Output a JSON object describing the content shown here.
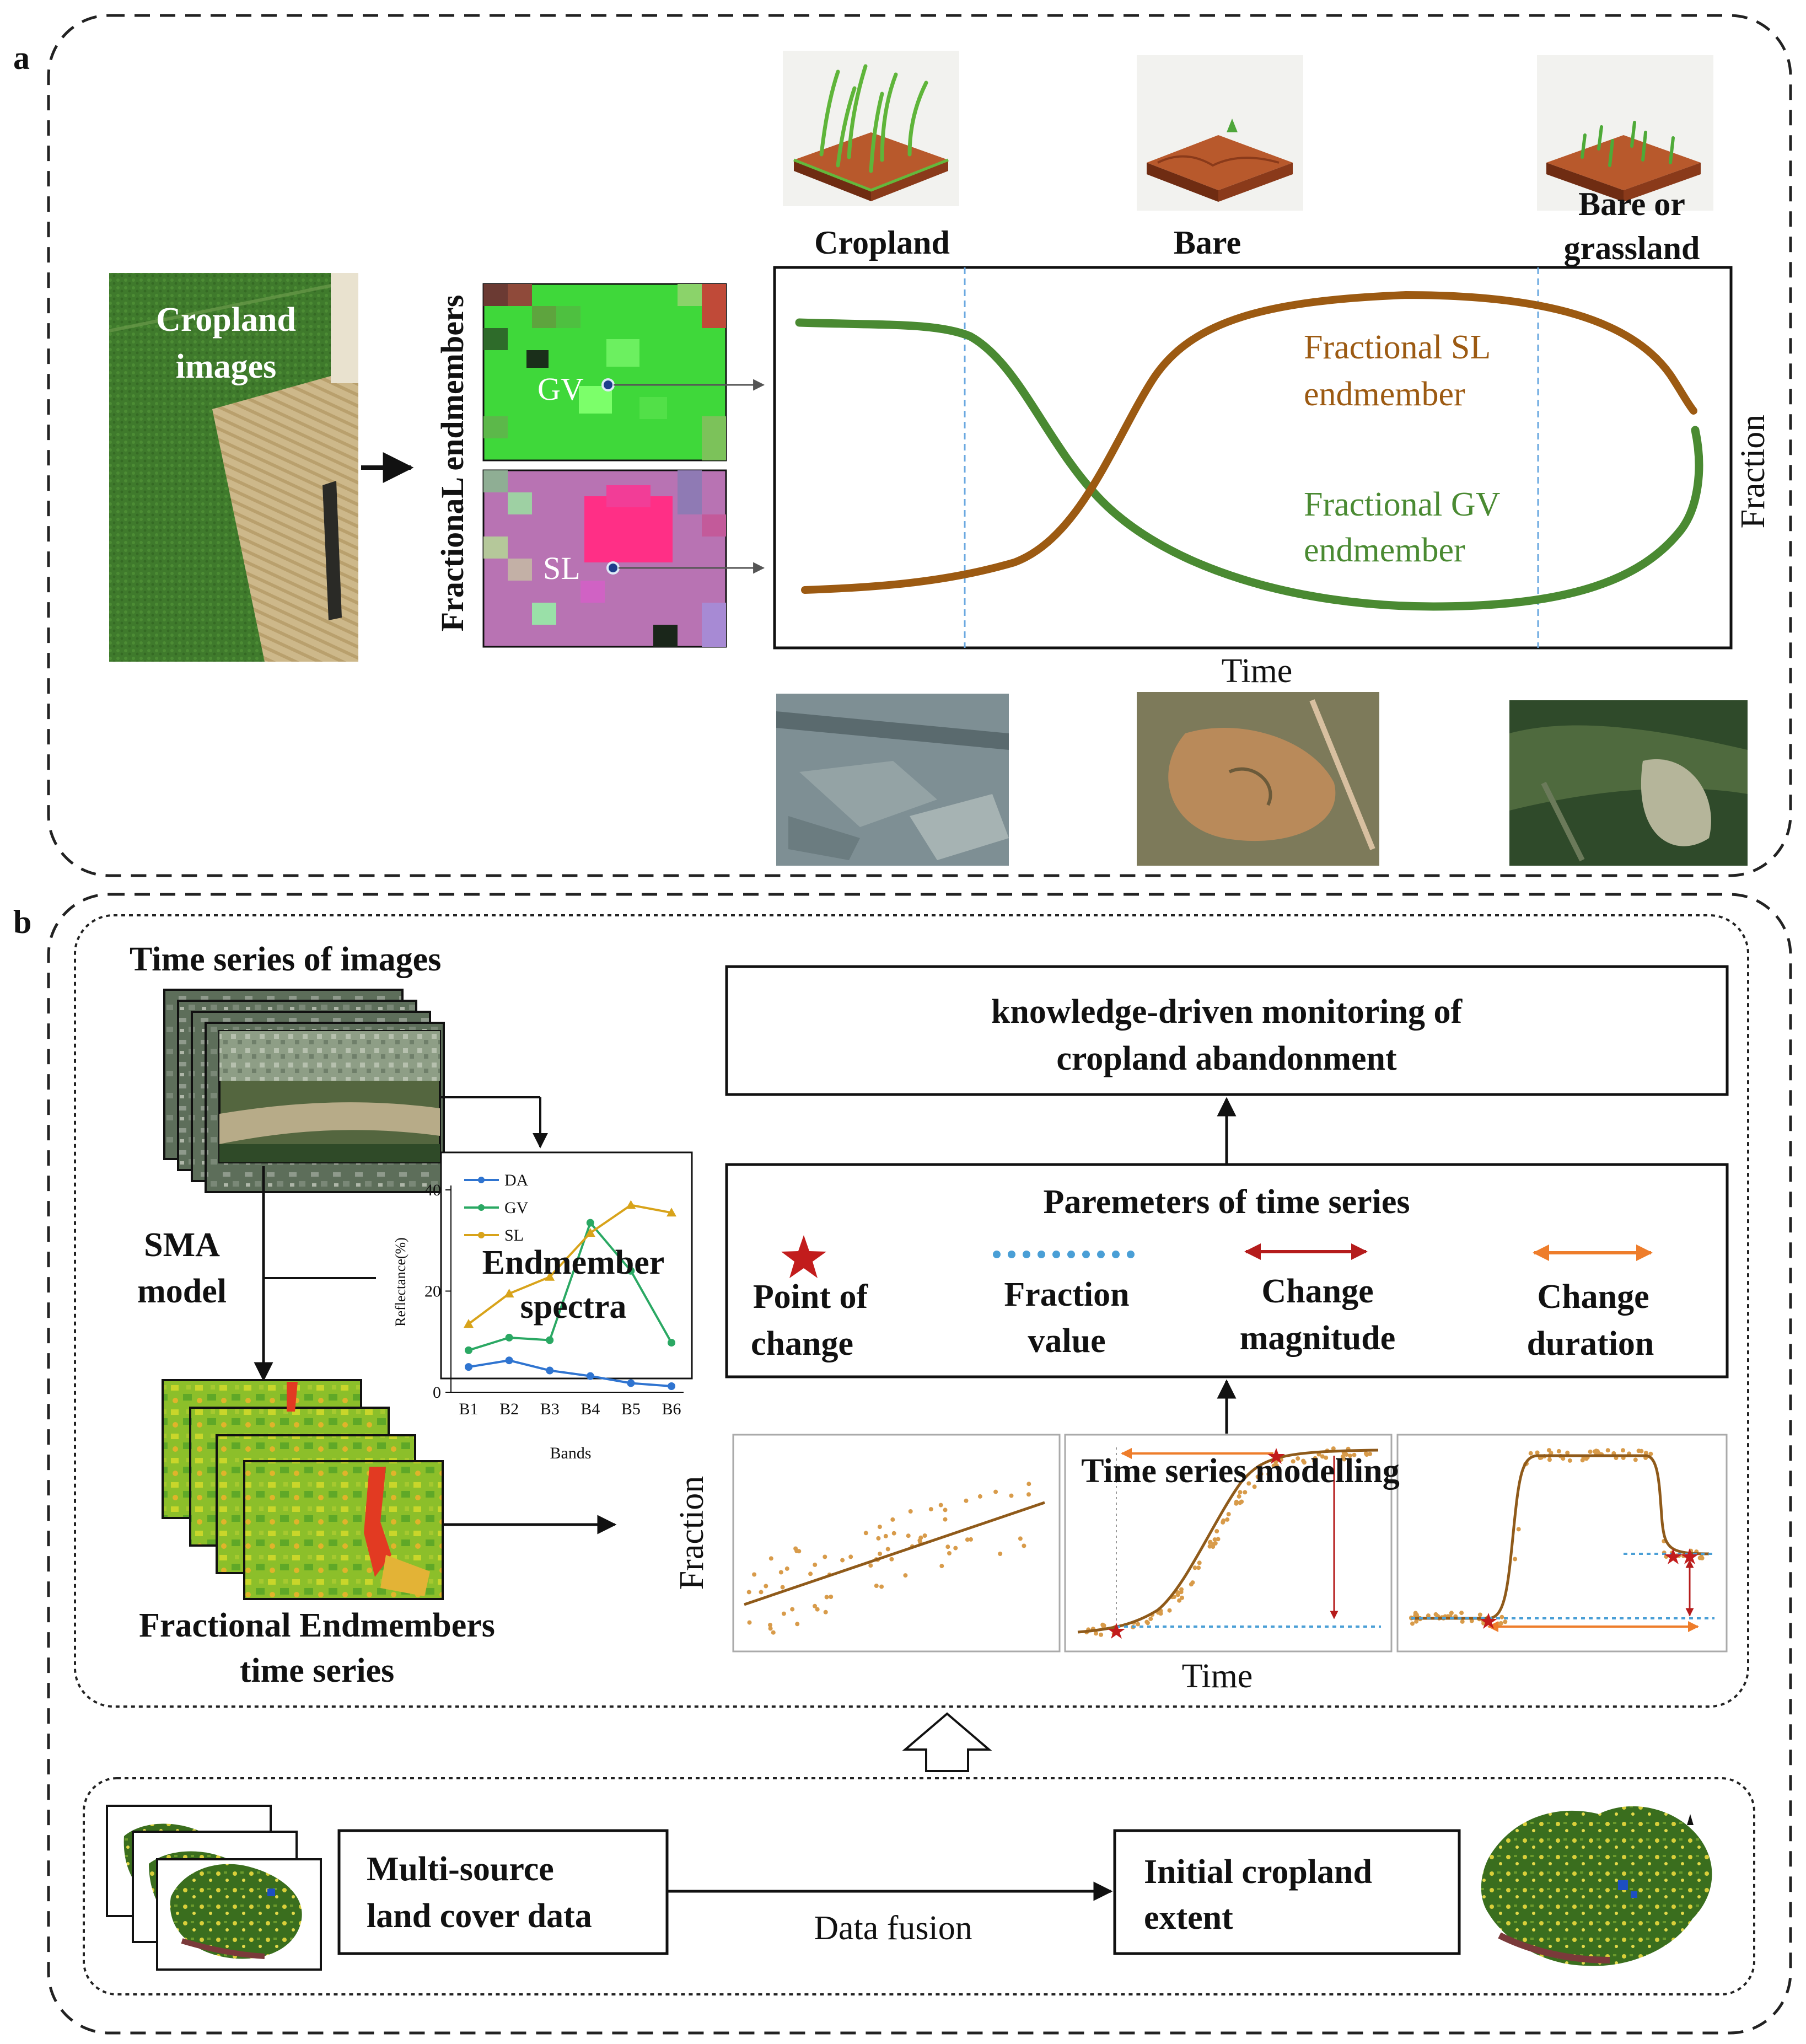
{
  "panel_a": {
    "label": "a",
    "cropland_images_line1": "Cropland",
    "cropland_images_line2": "images",
    "fractional_endmembers_label": "FractionaL endmembers",
    "gv_label": "GV",
    "sl_label": "SL",
    "stage_cropland": "Cropland",
    "stage_bare": "Bare",
    "stage_bare_or_line1": "Bare or",
    "stage_bare_or_line2": "grassland",
    "sl_curve_line1": "Fractional SL",
    "sl_curve_line2": "endmember",
    "gv_curve_line1": "Fractional GV",
    "gv_curve_line2": "endmember",
    "x_axis": "Time",
    "y_axis": "Fraction",
    "colors": {
      "sl": "#9c5a12",
      "gv": "#4a8a32",
      "divider": "#6aa8e0"
    }
  },
  "panel_b": {
    "label": "b",
    "time_series_images": "Time series of images",
    "sma_line1": "SMA",
    "sma_line2": "model",
    "fe_ts_line1": "Fractional Endmembers",
    "fe_ts_line2": "time series",
    "spectra_title_line1": "Endmember",
    "spectra_title_line2": "spectra",
    "knowledge_line1": "knowledge-driven  monitoring  of",
    "knowledge_line2": "cropland  abandonment",
    "params_title": "Paremeters of time series",
    "param_point_line1": "Point of",
    "param_point_line2": "change",
    "param_fraction_line1": "Fraction",
    "param_fraction_line2": "value",
    "param_magnitude_line1": "Change",
    "param_magnitude_line2": "magnitude",
    "param_duration_line1": "Change",
    "param_duration_line2": "duration",
    "modelling_title": "Time series modelling",
    "model_x_axis": "Time",
    "model_y_axis": "Fraction",
    "multisource_line1": "Multi-source",
    "multisource_line2": "land cover data",
    "data_fusion": "Data fusion",
    "initial_line1": "Initial  cropland",
    "initial_line2": "extent"
  },
  "chart_data": {
    "type": "line",
    "categories": [
      "B1",
      "B2",
      "B3",
      "B4",
      "B5",
      "B6"
    ],
    "series": [
      {
        "name": "DA",
        "color": "#2f74d0",
        "values": [
          5,
          6.3,
          4.3,
          3.2,
          1.8,
          1.2
        ]
      },
      {
        "name": "GV",
        "color": "#2aa863",
        "values": [
          8.3,
          10.8,
          10.3,
          33.5,
          24,
          9.8
        ]
      },
      {
        "name": "SL",
        "color": "#d8a31a",
        "values": [
          13.5,
          19.5,
          22.8,
          31.5,
          37,
          35.5
        ]
      }
    ],
    "xlabel": "Bands",
    "ylabel": "Reflectance(%)",
    "ylim": [
      0,
      40
    ],
    "yticks": [
      0,
      20,
      40
    ],
    "legend": "top-left"
  }
}
